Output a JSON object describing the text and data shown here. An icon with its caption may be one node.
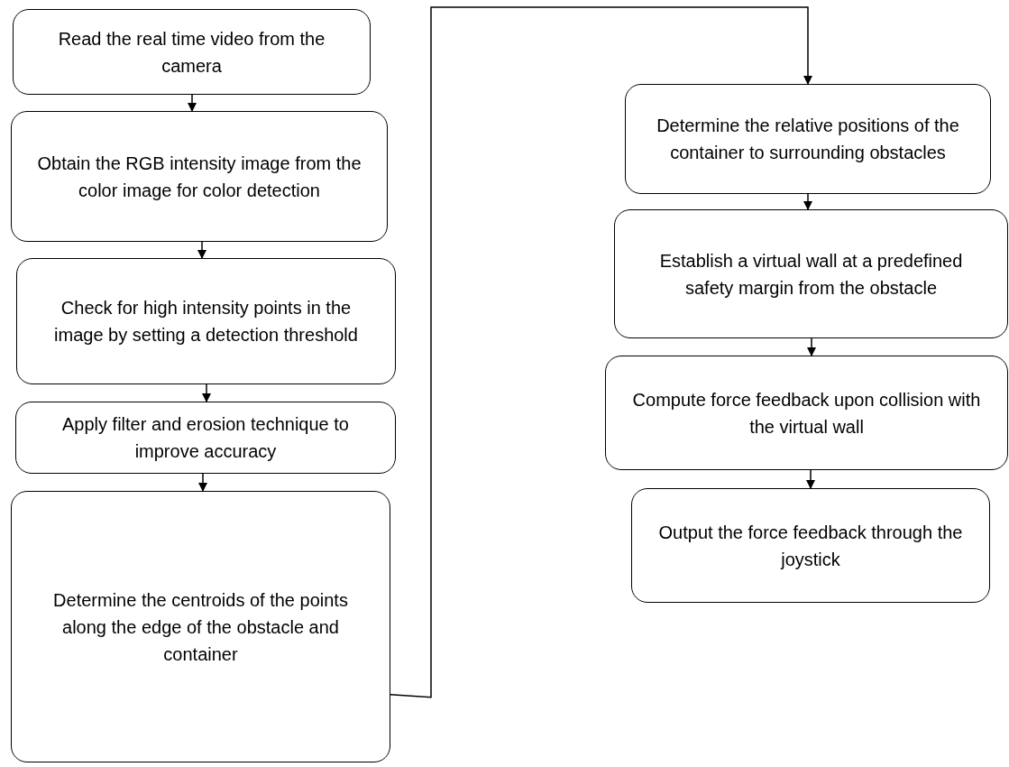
{
  "diagram": {
    "nodes": [
      {
        "text": [
          "Read the real time video from the camera"
        ]
      },
      {
        "text": [
          "Obtain the RGB intensity image from the color image for color detection"
        ]
      },
      {
        "text": [
          "Check for high intensity points in the image by setting a detection threshold"
        ]
      },
      {
        "text": [
          "Apply filter and erosion technique to improve accuracy"
        ]
      },
      {
        "text": [
          "Determine the centroids of the points along the edge of the obstacle and container"
        ]
      },
      {
        "text": [
          "Determine the relative positions of the container to surrounding obstacles"
        ]
      },
      {
        "text": [
          "Establish a virtual wall at a predefined safety margin from the obstacle"
        ]
      },
      {
        "text": [
          "Compute force feedback upon collision with the virtual wall"
        ]
      },
      {
        "text": [
          "Output the force feedback through the joystick"
        ]
      }
    ],
    "edges": [
      {
        "from": 0,
        "to": 1,
        "arrow": "to"
      },
      {
        "from": 1,
        "to": 2,
        "arrow": "to"
      },
      {
        "from": 2,
        "to": 3,
        "arrow": "to"
      },
      {
        "from": 3,
        "to": 4,
        "arrow": "to"
      },
      {
        "from": 4,
        "to": 5,
        "arrow": "to"
      },
      {
        "from": 5,
        "to": 6,
        "arrow": "to"
      },
      {
        "from": 6,
        "to": 7,
        "arrow": "to"
      },
      {
        "from": 7,
        "to": 8,
        "arrow": "to"
      }
    ]
  }
}
